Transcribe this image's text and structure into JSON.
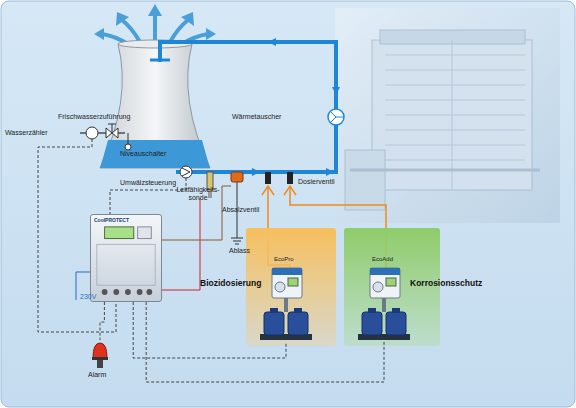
{
  "diagram": {
    "nodes": [
      {
        "text": [
          "CoolPROTECT"
        ]
      },
      {
        "text": [
          "Biozidosierung"
        ]
      },
      {
        "text": [
          "EcoPro"
        ],
        "in": 1
      },
      {
        "text": [
          "Korrosionsschutz"
        ]
      },
      {
        "text": [
          "EcoAdd"
        ],
        "in": 3
      },
      {
        "text": [
          "Alarm"
        ]
      }
    ],
    "edges": [
      {
        "from": 0,
        "to": 2,
        "arrow": "none"
      },
      {
        "from": 0,
        "to": 4,
        "arrow": "none"
      },
      {
        "from": 0,
        "to": 5,
        "arrow": "none"
      }
    ],
    "labels": [
      "Frischwasserzuführung",
      "Wasserzähler",
      "Niveauschalter",
      "Wärmetauscher",
      "Umwälzsteuerung",
      "Leitfähigkeits- sonde",
      "Absalzventil",
      "Dosierventil",
      "Ablass",
      "230V"
    ]
  }
}
